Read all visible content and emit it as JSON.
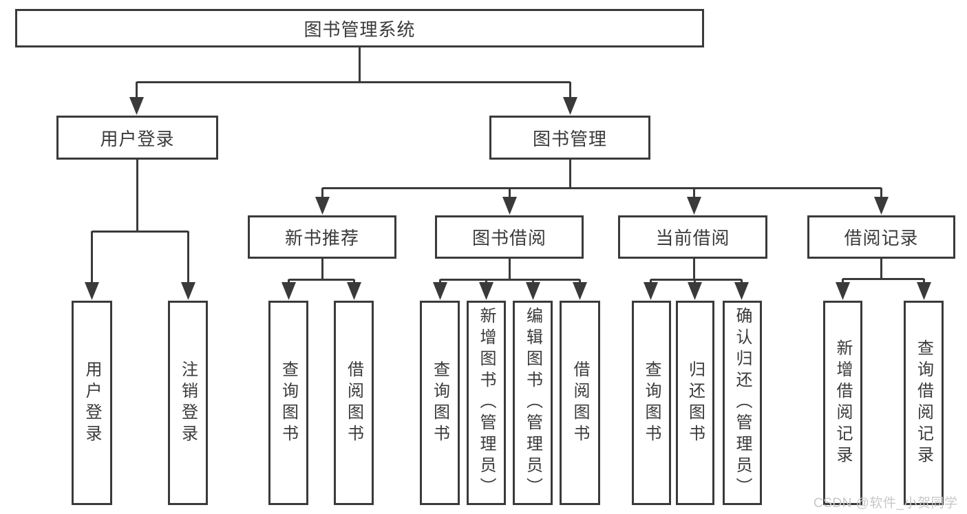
{
  "colors": {
    "background": "#ffffff",
    "line": "#3a3a3a",
    "box_border": "#3a3a3a",
    "text": "#3a3a3a",
    "watermark": "#c8c8c8"
  },
  "diagram": {
    "root": {
      "label": "图书管理系统"
    },
    "level2": [
      {
        "label": "用户登录"
      },
      {
        "label": "图书管理"
      }
    ],
    "level3": [
      {
        "label": "新书推荐"
      },
      {
        "label": "图书借阅"
      },
      {
        "label": "当前借阅"
      },
      {
        "label": "借阅记录"
      }
    ],
    "leaves": [
      {
        "label": "用户登录"
      },
      {
        "label": "注销登录"
      },
      {
        "label": "查询图书"
      },
      {
        "label": "借阅图书"
      },
      {
        "label": "查询图书"
      },
      {
        "label": "新增图书（管理员）"
      },
      {
        "label": "编辑图书（管理员）"
      },
      {
        "label": "借阅图书"
      },
      {
        "label": "查询图书"
      },
      {
        "label": "归还图书"
      },
      {
        "label": "确认归还（管理员）"
      },
      {
        "label": "新增借阅记录"
      },
      {
        "label": "查询借阅记录"
      }
    ]
  },
  "watermark": {
    "text": "CSDN @软件_小贺同学"
  }
}
